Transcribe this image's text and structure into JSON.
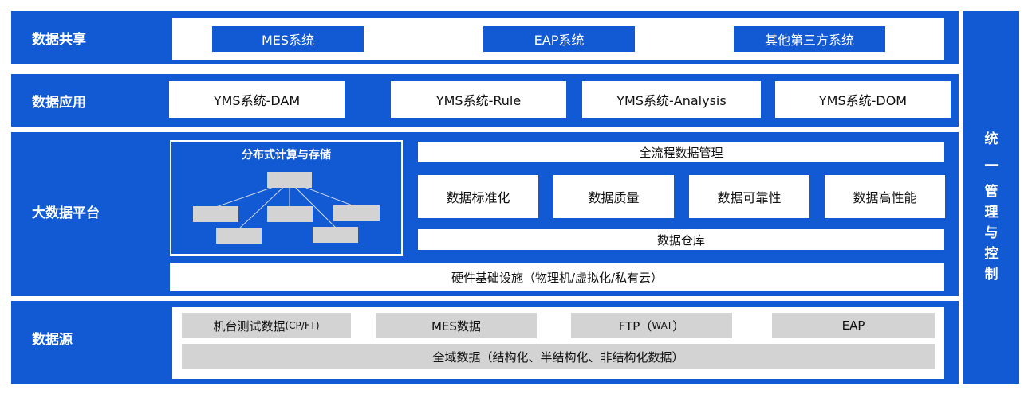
{
  "side_panel": {
    "chars": [
      "统",
      "一",
      "管",
      "理",
      "与",
      "控",
      "制"
    ]
  },
  "rows": {
    "sharing": {
      "label": "数据共享",
      "items": [
        "MES系统",
        "EAP系统",
        "其他第三方系统"
      ]
    },
    "application": {
      "label": "数据应用",
      "items": [
        "YMS系统-DAM",
        "YMS系统-Rule",
        "YMS系统-Analysis",
        "YMS系统-DOM"
      ]
    },
    "platform": {
      "label": "大数据平台",
      "distributed_title": "分布式计算与存储",
      "management_title": "全流程数据管理",
      "management_items": [
        "数据标准化",
        "数据质量",
        "数据可靠性",
        "数据高性能"
      ],
      "warehouse": "数据仓库",
      "hardware": "硬件基础设施（物理机/虚拟化/私有云）"
    },
    "source": {
      "label": "数据源",
      "items": {
        "machine_main": "机台测试数据",
        "machine_suffix": "(CP/FT)",
        "mes": "MES数据",
        "ftp_main": "FTP（",
        "ftp_suffix": "WAT",
        "ftp_close": "）",
        "eap": "EAP"
      },
      "global": "全域数据（结构化、半结构化、非结构化数据）"
    }
  },
  "colors": {
    "primary_blue": "#1259d4",
    "box_gray": "#d3d3d3",
    "white": "#ffffff"
  }
}
